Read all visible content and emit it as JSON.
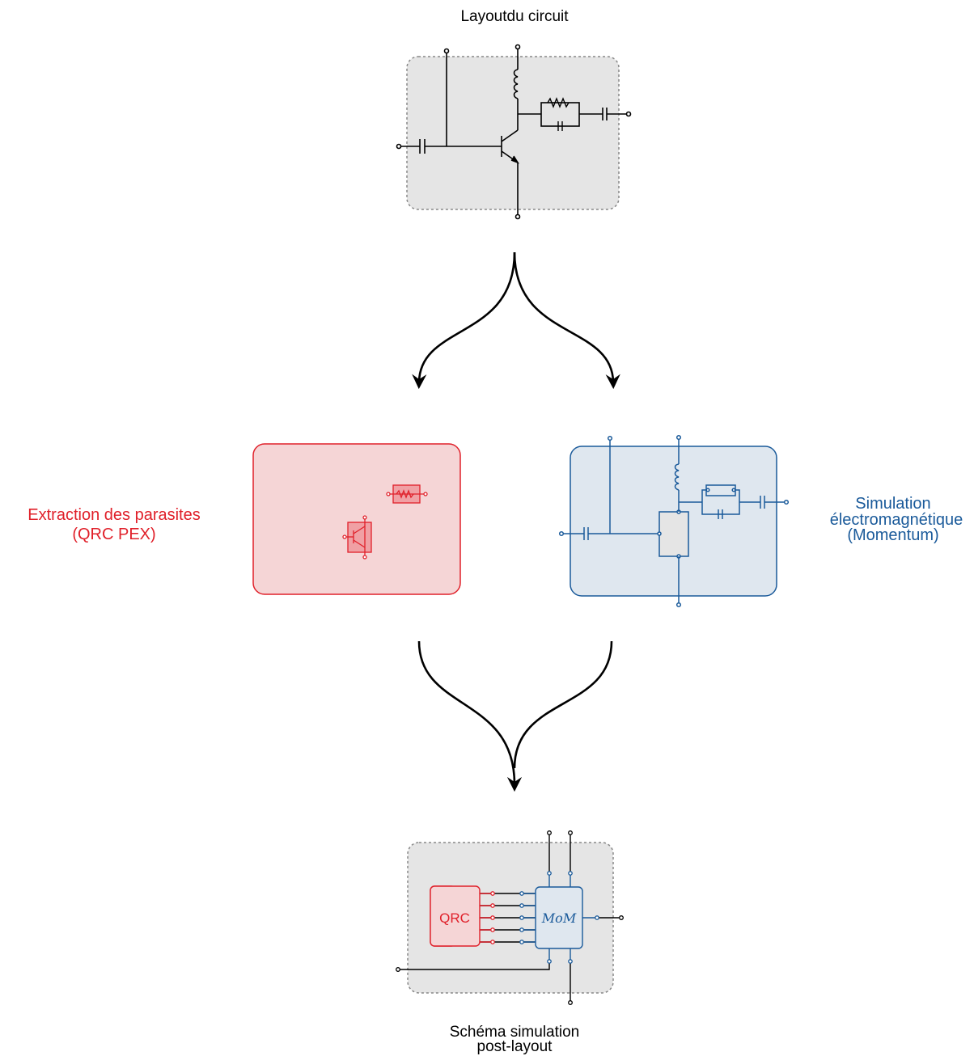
{
  "labels": {
    "top_title": "Layoutdu circuit",
    "left_line1": "Extraction des parasites",
    "left_line2": "(QRC PEX)",
    "right_line1": "Simulation",
    "right_line2": "électromagnétique",
    "right_line3": "(Momentum)",
    "bottom_line1": "Schéma simulation",
    "bottom_line2": "post-layout",
    "qrc_block": "QRC",
    "mom_block": "MoM"
  },
  "colors": {
    "black": "#000000",
    "red": "#e0202a",
    "blue": "#1a5a9a",
    "gray_fill": "#e5e5e5",
    "red_fill": "#f5d5d6",
    "blue_fill": "#dfe7ef",
    "red_comp_fill": "#f0a0a4"
  }
}
